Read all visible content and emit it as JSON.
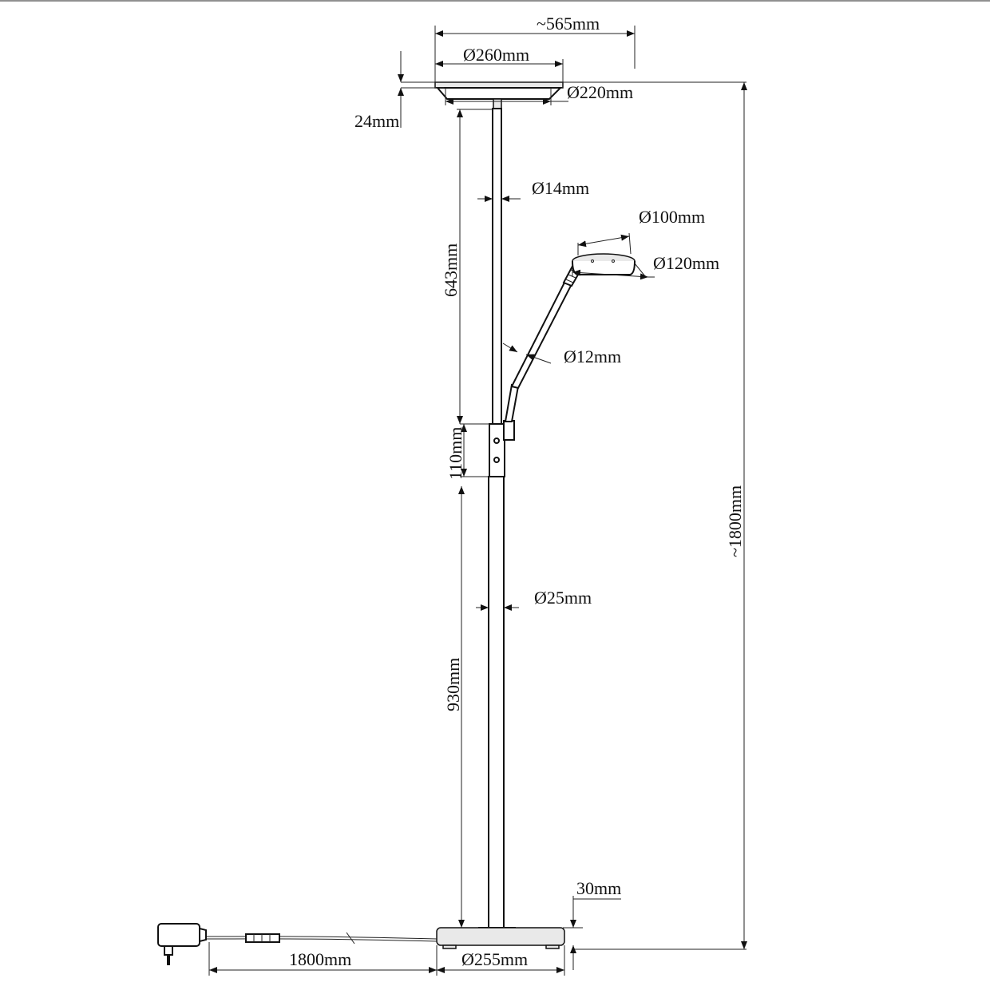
{
  "labels": {
    "total_width": "~565mm",
    "top_shade_diameter": "Ø260mm",
    "top_shade_inner_diameter": "Ø220mm",
    "top_shade_height": "24mm",
    "upper_pole_diameter": "Ø14mm",
    "reading_head_inner_diameter": "Ø100mm",
    "reading_head_outer_diameter": "Ø120mm",
    "reading_arm_diameter": "Ø12mm",
    "upper_pole_length": "643mm",
    "joint_length": "110mm",
    "lower_pole_diameter": "Ø25mm",
    "lower_pole_length": "930mm",
    "total_height": "~1800mm",
    "base_height": "30mm",
    "base_diameter": "Ø255mm",
    "cable_length": "1800mm"
  },
  "colors": {
    "line": "#111111",
    "fill": "#e9e9e9",
    "background": "#ffffff"
  }
}
